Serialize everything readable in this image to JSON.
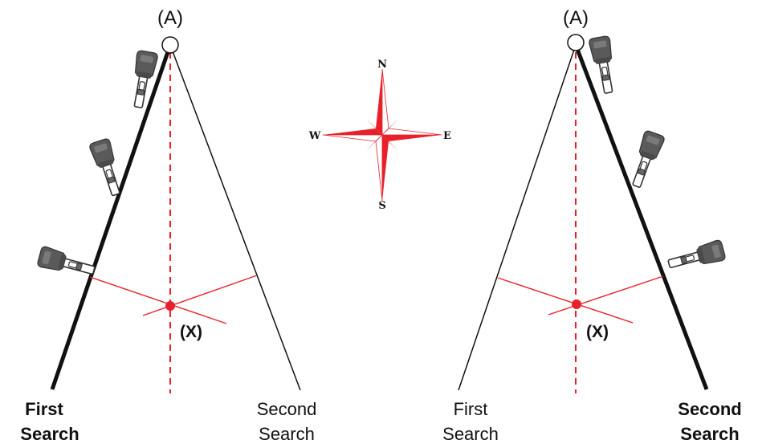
{
  "colors": {
    "accent_red": "#e8202a",
    "line_dark": "#111111",
    "device_dark": "#5a5a5a",
    "device_light": "#ffffff"
  },
  "icons": [
    "detector-device-icon",
    "compass-rose-icon",
    "target-point-icon",
    "start-point-icon"
  ],
  "panels": [
    {
      "start_label": "(A)",
      "target_label": "(X)",
      "left_label": [
        "First",
        "Search"
      ],
      "right_label": [
        "Second",
        "Search"
      ],
      "bold_side": "left"
    },
    {
      "start_label": "(A)",
      "target_label": "(X)",
      "left_label": [
        "First",
        "Search"
      ],
      "right_label": [
        "Second",
        "Search"
      ],
      "bold_side": "right"
    }
  ],
  "compass": {
    "n": "N",
    "s": "S",
    "e": "E",
    "w": "W"
  }
}
